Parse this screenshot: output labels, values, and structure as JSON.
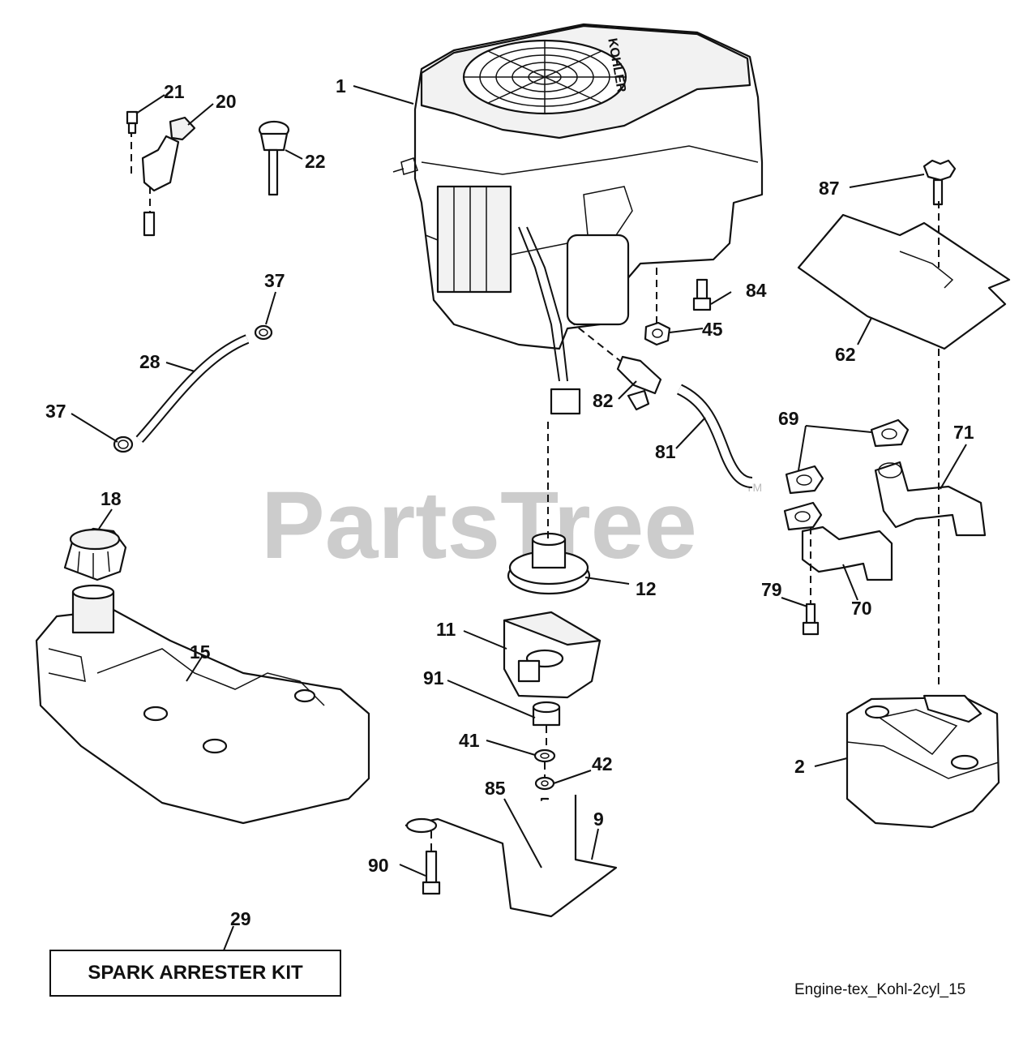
{
  "watermark": {
    "text": "PartsTree",
    "tm": "TM"
  },
  "engine_logo": "KOHLER",
  "labels": {
    "p1": "1",
    "p2": "2",
    "p9": "9",
    "p11": "11",
    "p12": "12",
    "p15": "15",
    "p18": "18",
    "p20": "20",
    "p21": "21",
    "p22": "22",
    "p28": "28",
    "p29": "29",
    "p37a": "37",
    "p37b": "37",
    "p41": "41",
    "p42": "42",
    "p45": "45",
    "p62": "62",
    "p69": "69",
    "p70": "70",
    "p71": "71",
    "p79": "79",
    "p81": "81",
    "p82": "82",
    "p84": "84",
    "p85": "85",
    "p87": "87",
    "p90": "90",
    "p91": "91"
  },
  "kit_box": {
    "text": "SPARK ARRESTER KIT"
  },
  "diagram_code": "Engine-tex_Kohl-2cyl_15"
}
